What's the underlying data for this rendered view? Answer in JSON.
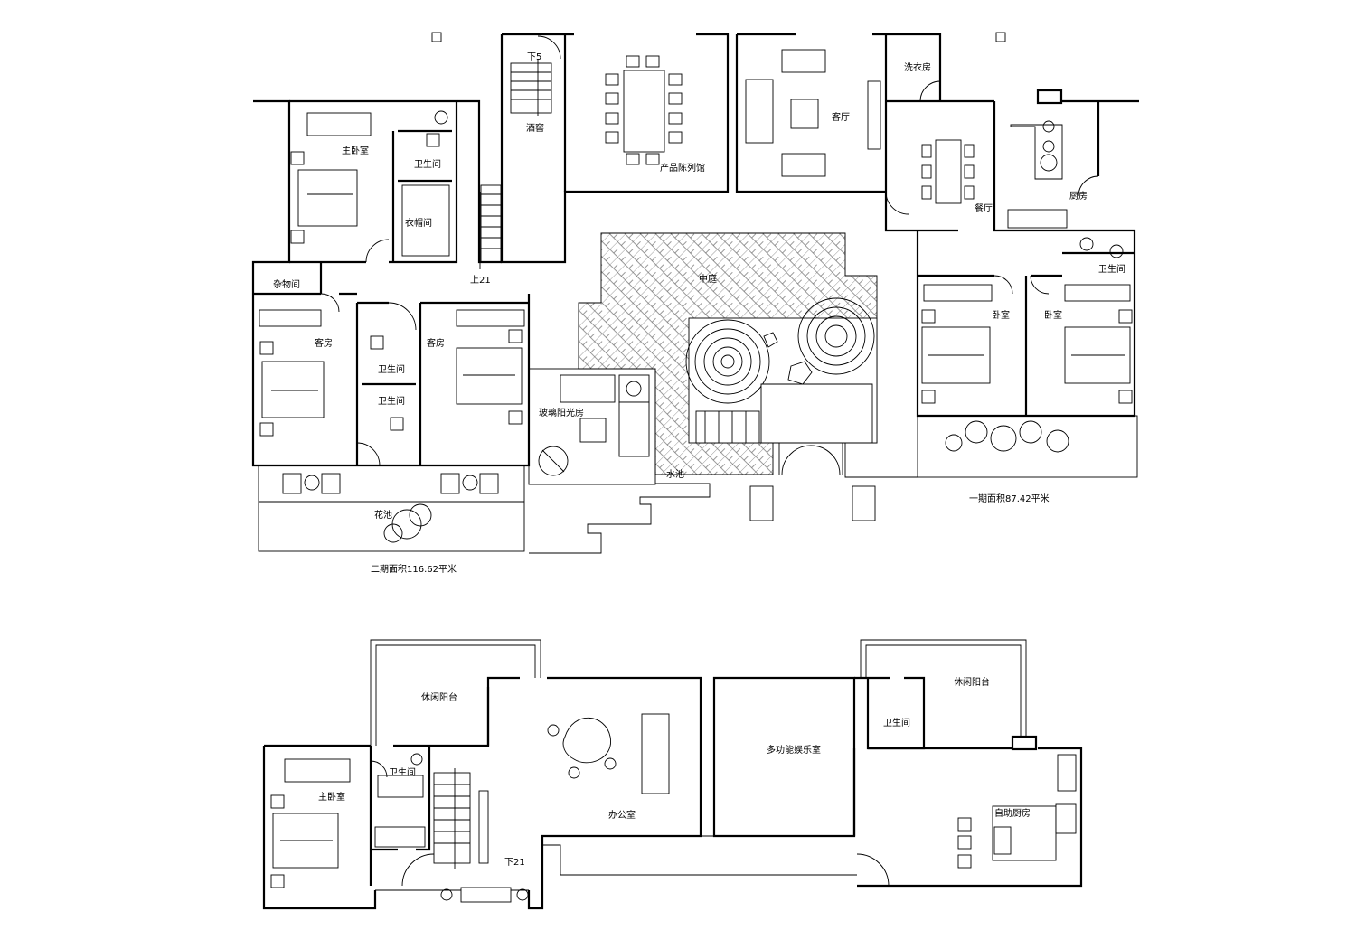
{
  "ground_floor": {
    "rooms": {
      "master_bedroom": "主卧室",
      "bathroom_master": "卫生间",
      "wardrobe": "衣帽间",
      "storage": "杂物间",
      "guest_room_left": "客房",
      "guest_room_right": "客房",
      "bathroom_guest_upper": "卫生间",
      "bathroom_guest_lower": "卫生间",
      "wine_cellar": "酒窖",
      "showroom": "产品陈列馆",
      "living_room": "客厅",
      "laundry": "洗衣房",
      "dining": "餐厅",
      "kitchen": "厨房",
      "bathroom_right": "卫生间",
      "bedroom_1": "卧室",
      "bedroom_2": "卧室",
      "courtyard": "中庭",
      "sunroom": "玻璃阳光房",
      "pond": "水池",
      "flower_bed": "花池"
    },
    "stair_up": "上21",
    "stair_down": "下5",
    "area_phase_1": "一期面积87.42平米",
    "area_phase_2": "二期面积116.62平米"
  },
  "upper_floor": {
    "rooms": {
      "balcony_left": "休闲阳台",
      "master_bedroom": "主卧室",
      "bathroom_left": "卫生间",
      "office": "办公室",
      "entertainment": "多功能娱乐室",
      "bathroom_right": "卫生间",
      "balcony_right": "休闲阳台",
      "self_service_kitchen": "自助厨房"
    },
    "stair_down": "下21"
  }
}
